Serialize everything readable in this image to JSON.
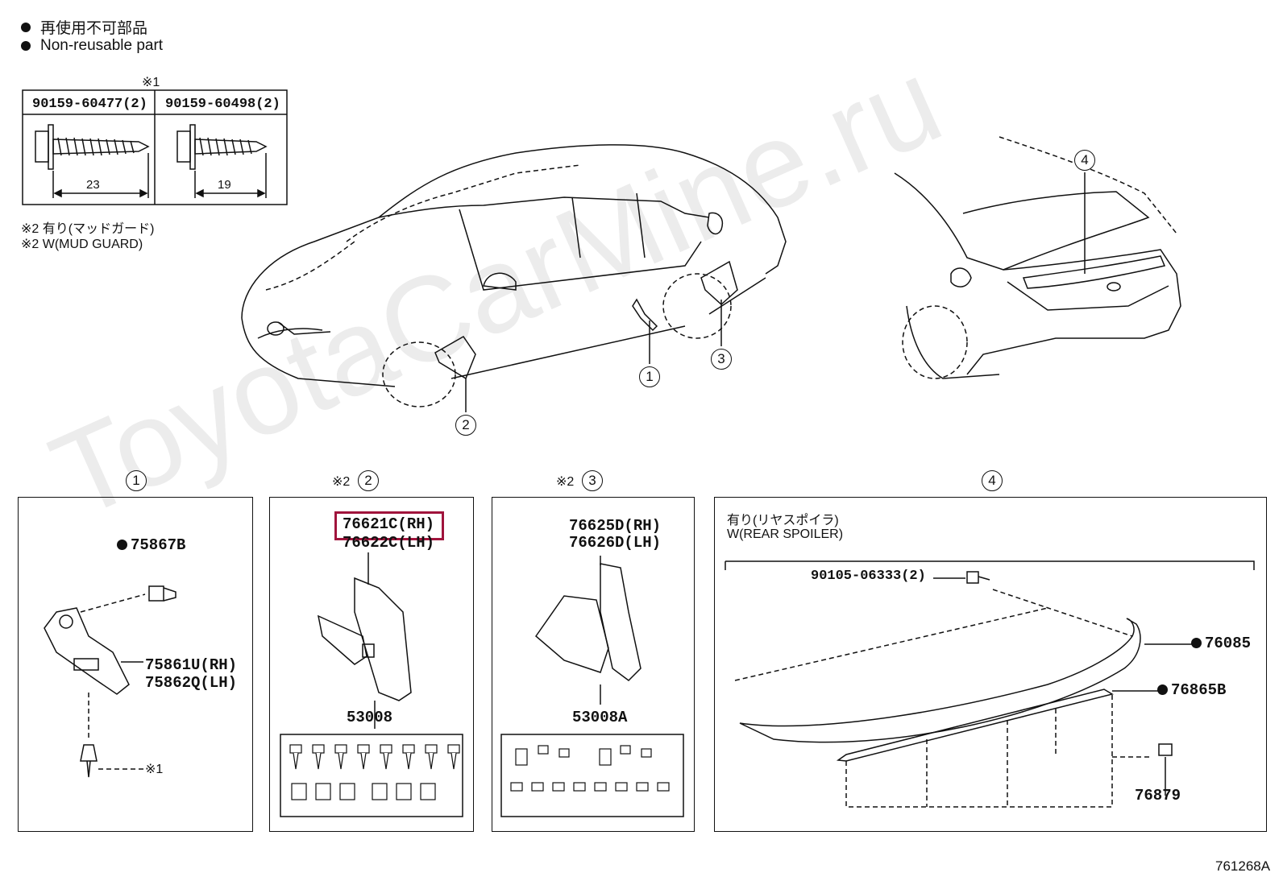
{
  "watermark": "ToyotaCarMine.ru",
  "legend": {
    "non_reusable_jp": "再使用不可部品",
    "non_reusable_en": "Non-reusable part"
  },
  "fastener_table": {
    "ref_mark": "※1",
    "col1_part": "90159-60477(2)",
    "col1_length": "23",
    "col2_part": "90159-60498(2)",
    "col2_length": "19"
  },
  "notes": {
    "note2_jp": "※2 有り(マッドガード)",
    "note2_en": "※2 W(MUD GUARD)"
  },
  "callouts": {
    "c1": "1",
    "c2": "2",
    "c3": "3",
    "c4": "4"
  },
  "panels": {
    "p1": {
      "number": "1",
      "parts": [
        "75867B",
        "75861U(RH)",
        "75862Q(LH)"
      ],
      "ref": "※1"
    },
    "p2": {
      "ref": "※2",
      "number": "2",
      "parts": [
        "76621C(RH)",
        "76622C(LH)",
        "53008"
      ]
    },
    "p3": {
      "ref": "※2",
      "number": "3",
      "parts": [
        "76625D(RH)",
        "76626D(LH)",
        "53008A"
      ]
    },
    "p4": {
      "number": "4",
      "title_jp": "有り(リヤスポイラ)",
      "title_en": "W(REAR SPOILER)",
      "parts": [
        "90105-06333(2)",
        "76085",
        "76865B",
        "76879"
      ]
    }
  },
  "highlight_color": "#a0143c",
  "diagram_id": "761268A"
}
